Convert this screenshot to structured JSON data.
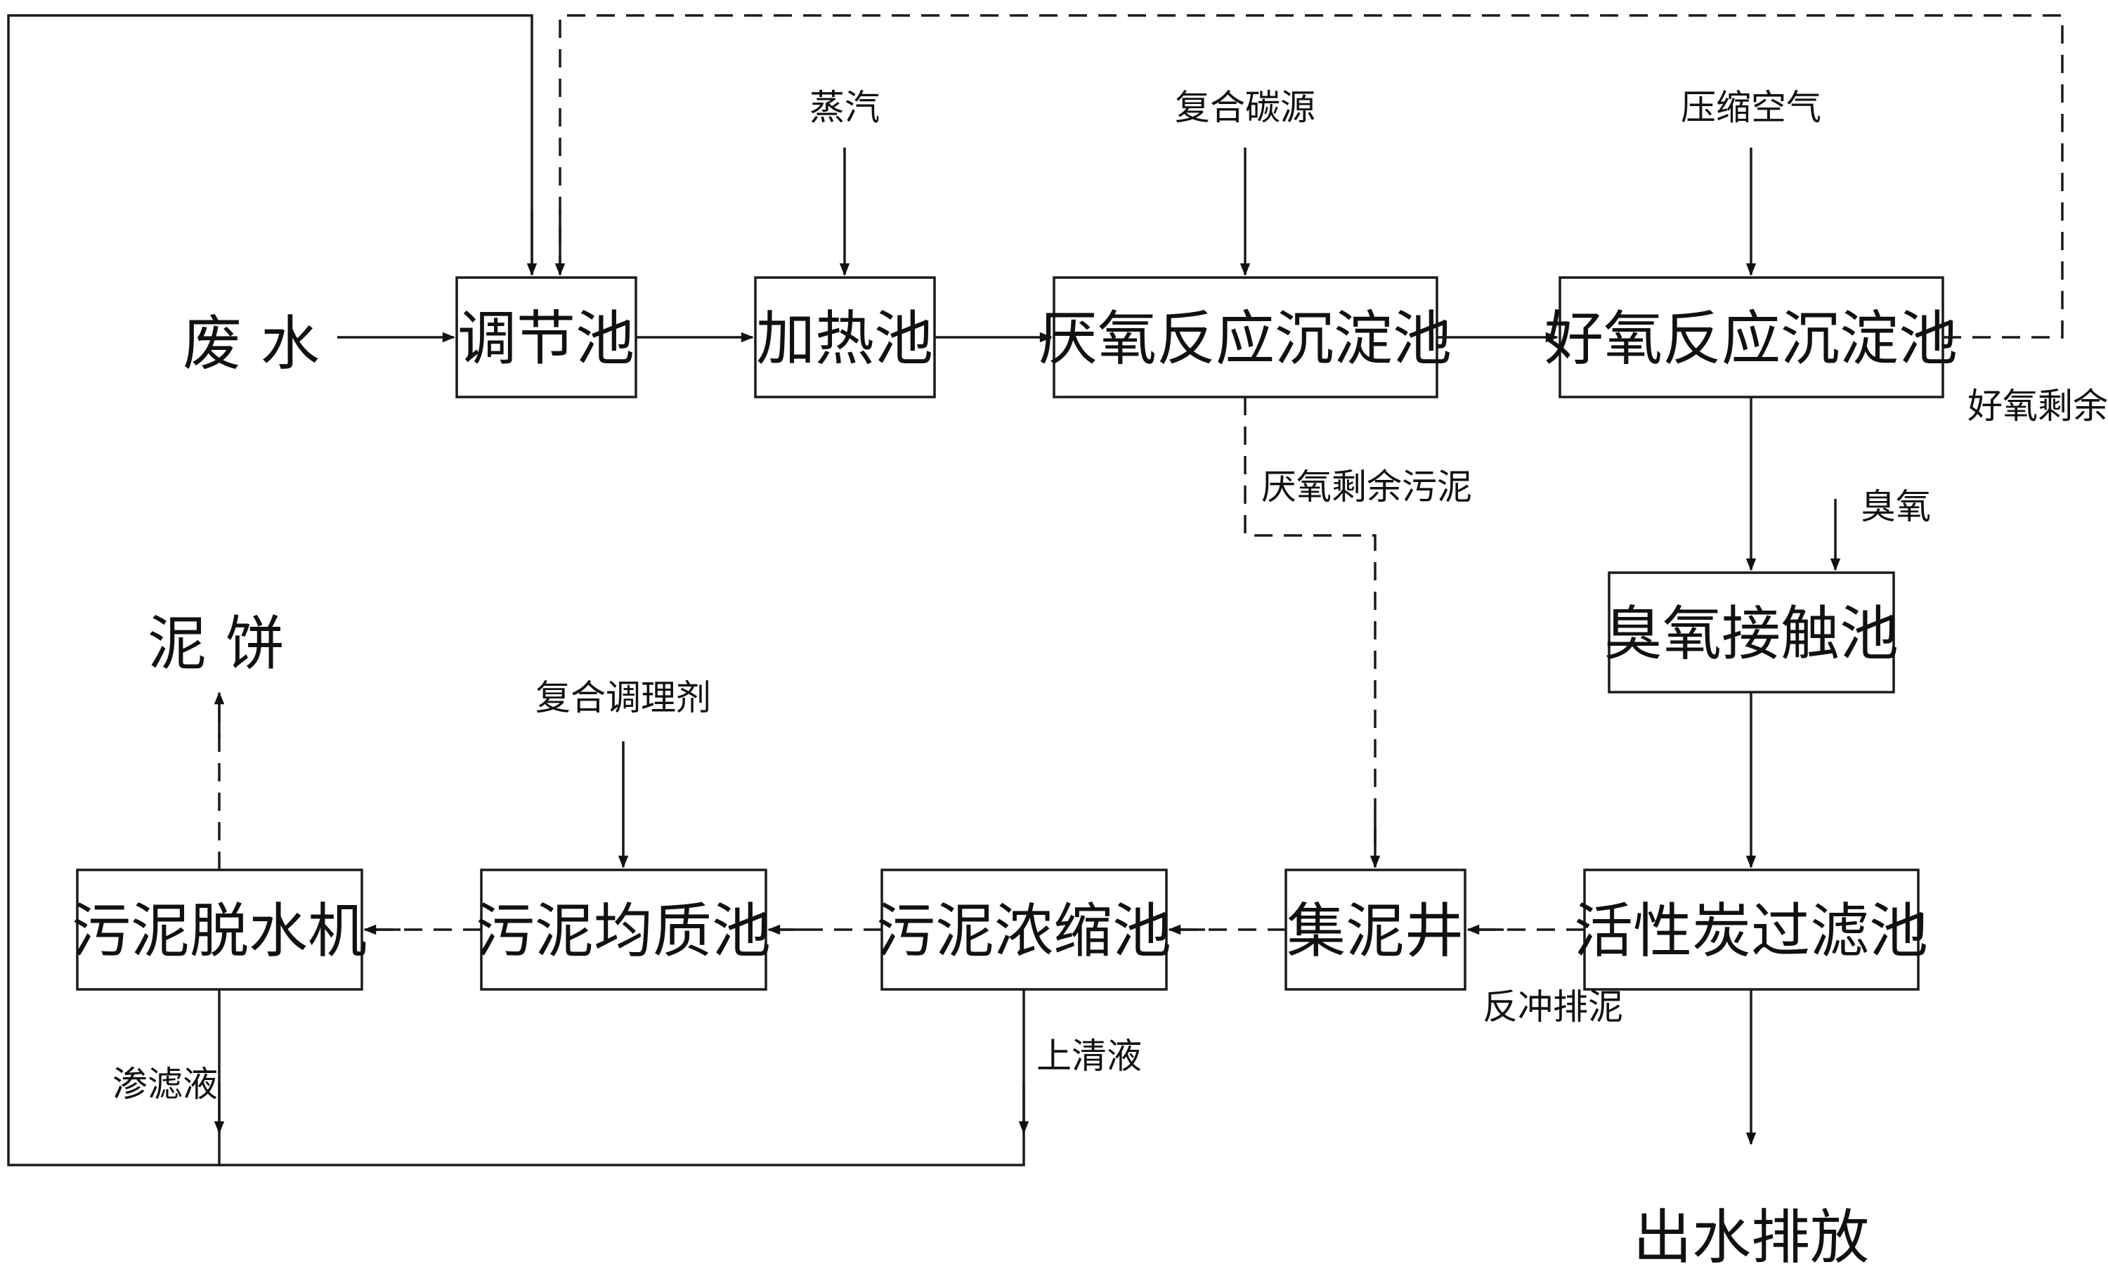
{
  "nodes": {
    "regulating_tank": "调节池",
    "heating_tank": "加热池",
    "anaerobic_tank": "厌氧反应沉淀池",
    "aerobic_tank": "好氧反应沉淀池",
    "ozone_tank": "臭氧接触池",
    "carbon_filter": "活性炭过滤池",
    "sludge_well": "集泥井",
    "sludge_thickener": "污泥浓缩池",
    "sludge_homogenizer": "污泥均质池",
    "sludge_dewater": "污泥脱水机"
  },
  "labels": {
    "wastewater": "废 水",
    "steam": "蒸汽",
    "carbon_source": "复合碳源",
    "compressed_air": "压缩空气",
    "aerobic_sludge": "好氧剩余污泥",
    "anaerobic_sludge": "厌氧剩余污泥",
    "ozone": "臭氧",
    "backwash": "反冲排泥",
    "conditioner": "复合调理剂",
    "mud_cake": "泥 饼",
    "filtrate": "渗滤液",
    "supernatant": "上清液",
    "discharge": "出水排放"
  }
}
